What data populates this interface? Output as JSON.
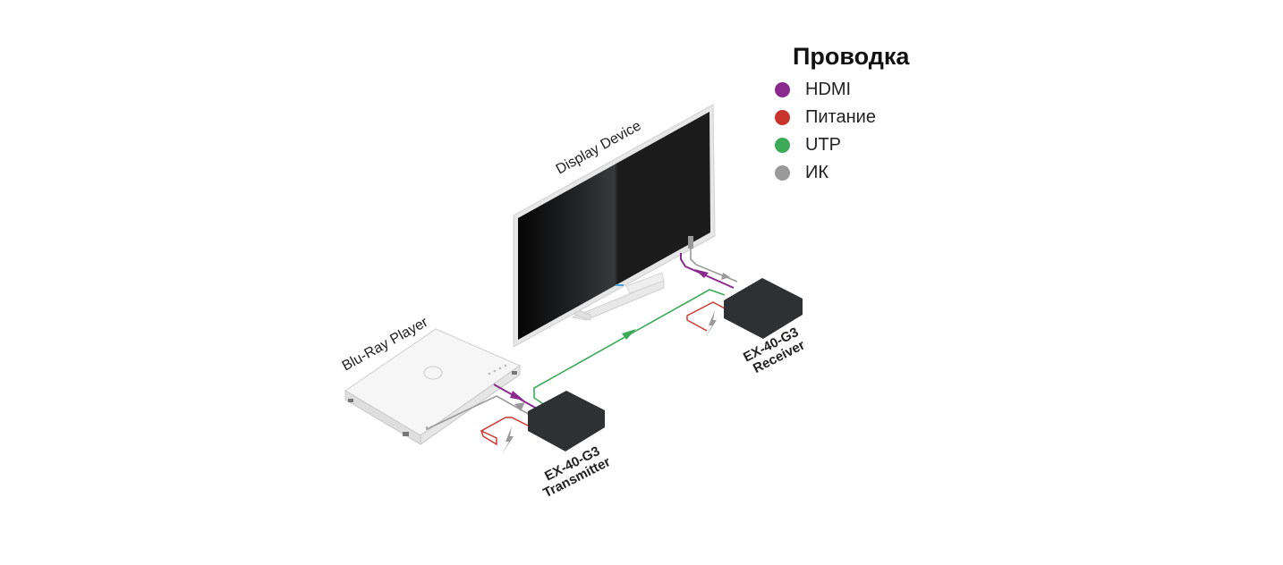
{
  "legend": {
    "title": "Проводка",
    "items": [
      {
        "label": "HDMI",
        "color": "#8b2a8e"
      },
      {
        "label": "Питание",
        "color": "#c8342c"
      },
      {
        "label": "UTP",
        "color": "#3daa5a"
      },
      {
        "label": "ИК",
        "color": "#9a9a9a"
      }
    ]
  },
  "devices": {
    "display": {
      "label": "Display Device"
    },
    "player": {
      "label": "Blu-Ray Player"
    },
    "transmitter": {
      "model": "EX-40-G3",
      "role": "Transmitter"
    },
    "receiver": {
      "model": "EX-40-G3",
      "role": "Receiver"
    }
  },
  "colors": {
    "hdmi": "#8b2a8e",
    "power": "#c8342c",
    "utp": "#3daa5a",
    "ir": "#9a9a9a",
    "box": "#2e3033",
    "screen": "#1a1a1a"
  }
}
